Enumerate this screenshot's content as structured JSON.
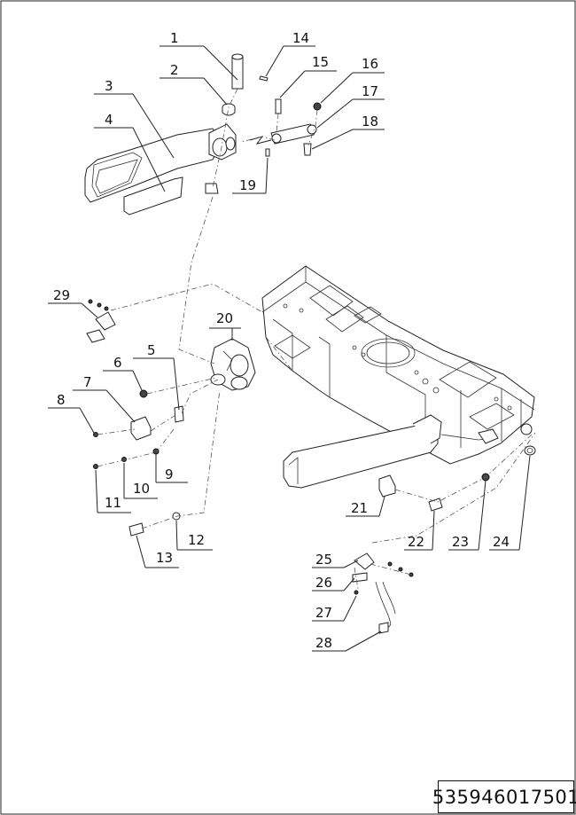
{
  "callouts": [
    {
      "id": "1",
      "label": "1"
    },
    {
      "id": "2",
      "label": "2"
    },
    {
      "id": "3",
      "label": "3"
    },
    {
      "id": "4",
      "label": "4"
    },
    {
      "id": "5",
      "label": "5"
    },
    {
      "id": "6",
      "label": "6"
    },
    {
      "id": "7",
      "label": "7"
    },
    {
      "id": "8",
      "label": "8"
    },
    {
      "id": "9",
      "label": "9"
    },
    {
      "id": "10",
      "label": "10"
    },
    {
      "id": "11",
      "label": "11"
    },
    {
      "id": "12",
      "label": "12"
    },
    {
      "id": "13",
      "label": "13"
    },
    {
      "id": "14",
      "label": "14"
    },
    {
      "id": "15",
      "label": "15"
    },
    {
      "id": "16",
      "label": "16"
    },
    {
      "id": "17",
      "label": "17"
    },
    {
      "id": "18",
      "label": "18"
    },
    {
      "id": "19",
      "label": "19"
    },
    {
      "id": "20",
      "label": "20"
    },
    {
      "id": "21",
      "label": "21"
    },
    {
      "id": "22",
      "label": "22"
    },
    {
      "id": "23",
      "label": "23"
    },
    {
      "id": "24",
      "label": "24"
    },
    {
      "id": "25",
      "label": "25"
    },
    {
      "id": "26",
      "label": "26"
    },
    {
      "id": "27",
      "label": "27"
    },
    {
      "id": "28",
      "label": "28"
    },
    {
      "id": "29",
      "label": "29"
    }
  ],
  "document_number": "535946017501"
}
